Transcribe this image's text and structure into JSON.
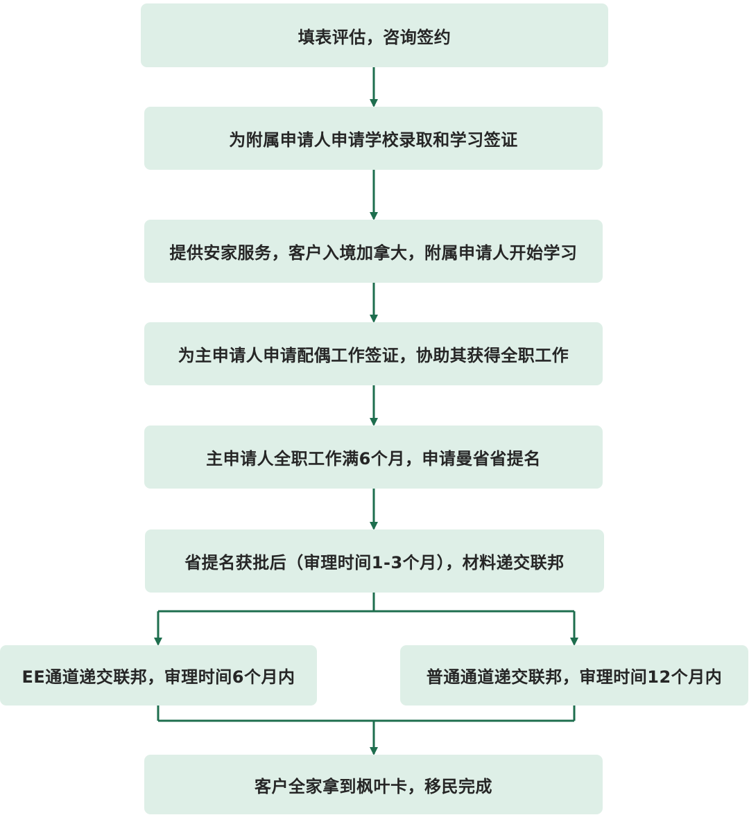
{
  "steps": [
    "填表评估，咨询签约",
    "为附属申请人申请学校录取和学习签证",
    "提供安家服务，客户入境加拿大，附属申请人开始学习",
    "为主申请人申请配偶工作签证，协助其获得全职工作",
    "主申请人全职工作满6个月，申请曼省省提名",
    "省提名获批后（审理时间1-3个月），材料递交联邦"
  ],
  "branches": {
    "left": "EE通道递交联邦，审理时间6个月内",
    "right": "普通通道递交联邦，审理时间12个月内"
  },
  "final_step": "客户全家拿到枫叶卡，移民完成",
  "colors": {
    "box_fill": "#deefe7",
    "connector": "#1e6e4e",
    "text": "#262626"
  }
}
